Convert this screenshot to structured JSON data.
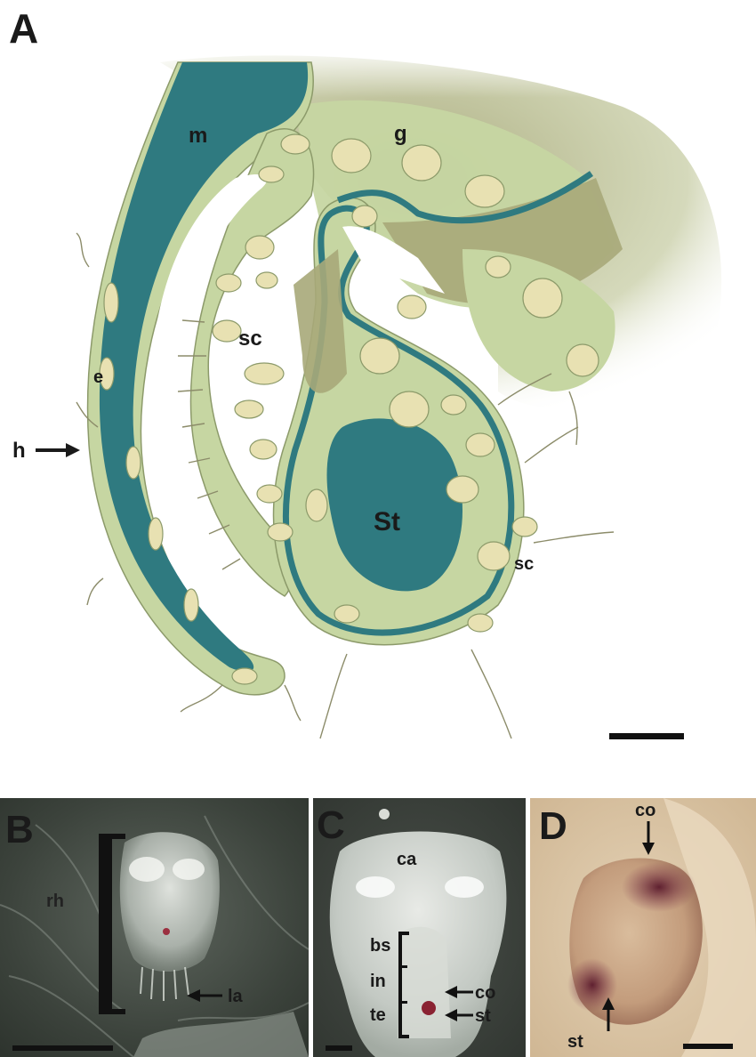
{
  "colors": {
    "cytoplasm": "#c6d6a2",
    "cell_dark": "#a7a879",
    "nucleus": "#e8e1b2",
    "teal": "#2f7a80",
    "label": "#1a1a1a",
    "photo_bg": "#3a3f3a",
    "panel_d_bg": "#d9c2a0",
    "stain": "#6b1f33"
  },
  "panel_a": {
    "letter": "A",
    "labels": {
      "m": "m",
      "g": "g",
      "sc_upper": "sc",
      "e": "e",
      "h": "h",
      "st_big": "St",
      "sc_lower": "sc"
    }
  },
  "panel_b": {
    "letter": "B",
    "labels": {
      "rh": "rh",
      "la": "la"
    }
  },
  "panel_c": {
    "letter": "C",
    "labels": {
      "ca": "ca",
      "bs": "bs",
      "in": "in",
      "te": "te",
      "co": "co",
      "st": "st"
    }
  },
  "panel_d": {
    "letter": "D",
    "labels": {
      "co": "co",
      "st": "st"
    }
  }
}
